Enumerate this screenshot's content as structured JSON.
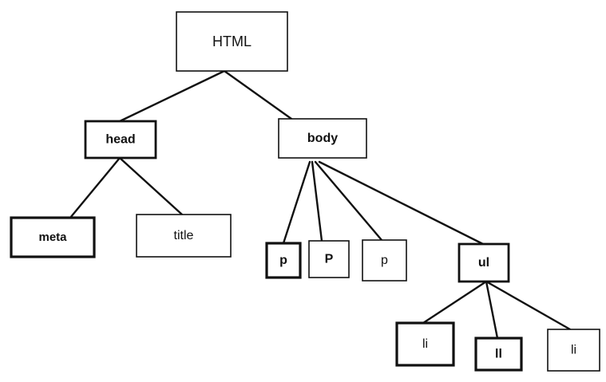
{
  "diagram": {
    "nodes": [
      {
        "id": "html",
        "label": "HTML"
      },
      {
        "id": "head",
        "label": "head"
      },
      {
        "id": "body",
        "label": "body"
      },
      {
        "id": "meta",
        "label": "meta"
      },
      {
        "id": "title",
        "label": "title"
      },
      {
        "id": "p1",
        "label": "p"
      },
      {
        "id": "p2",
        "label": "P"
      },
      {
        "id": "p3",
        "label": "p"
      },
      {
        "id": "ul",
        "label": "ul"
      },
      {
        "id": "li1",
        "label": "li"
      },
      {
        "id": "li2",
        "label": "ll"
      },
      {
        "id": "li3",
        "label": "li"
      }
    ],
    "edges": [
      [
        "html",
        "head"
      ],
      [
        "html",
        "body"
      ],
      [
        "head",
        "meta"
      ],
      [
        "head",
        "title"
      ],
      [
        "body",
        "p1"
      ],
      [
        "body",
        "p2"
      ],
      [
        "body",
        "p3"
      ],
      [
        "body",
        "ul"
      ],
      [
        "ul",
        "li1"
      ],
      [
        "ul",
        "li2"
      ],
      [
        "ul",
        "li3"
      ]
    ]
  }
}
